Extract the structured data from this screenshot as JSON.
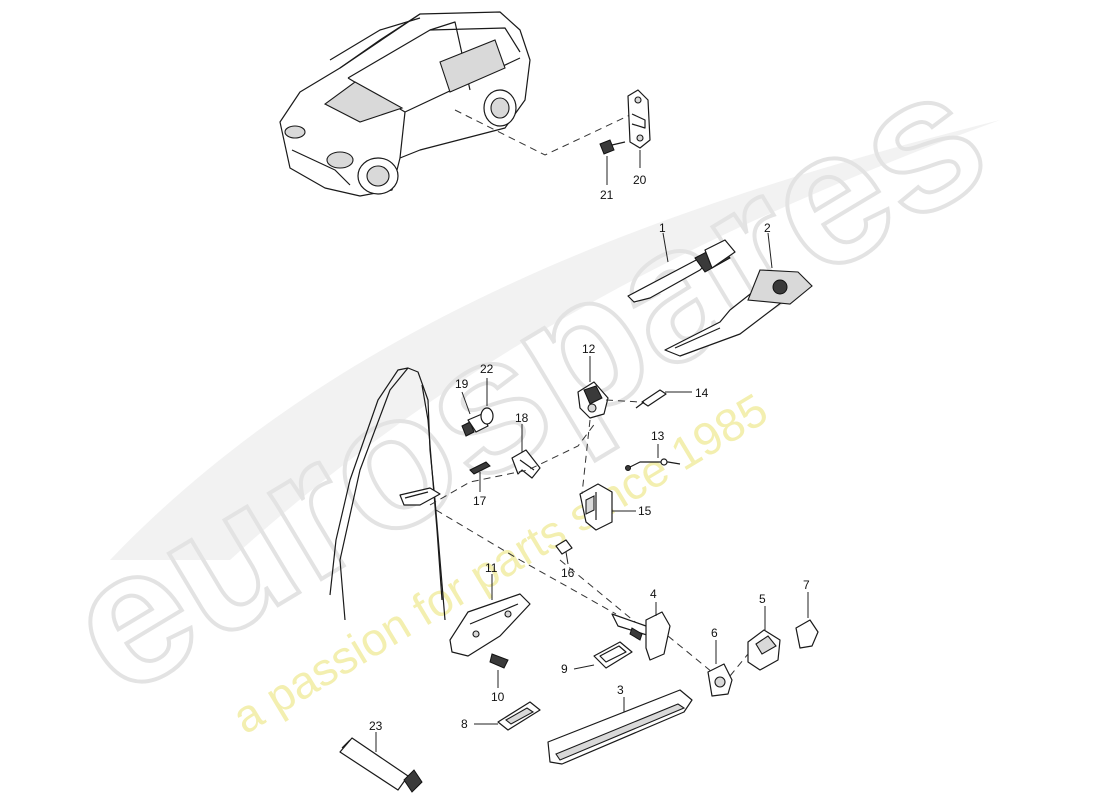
{
  "watermark": {
    "brand": "eurospares",
    "tagline": "a passion for parts since 1985",
    "brand_color": "#e6e6e6",
    "tagline_color": "#f3efb0"
  },
  "callouts": {
    "p1": "1",
    "p2": "2",
    "p3": "3",
    "p4": "4",
    "p5": "5",
    "p6": "6",
    "p7": "7",
    "p8": "8",
    "p9": "9",
    "p10": "10",
    "p11": "11",
    "p12": "12",
    "p13": "13",
    "p14": "14",
    "p15": "15",
    "p16": "16",
    "p17": "17",
    "p18": "18",
    "p19": "19",
    "p20": "20",
    "p21": "21",
    "p22": "22",
    "p23": "23"
  }
}
